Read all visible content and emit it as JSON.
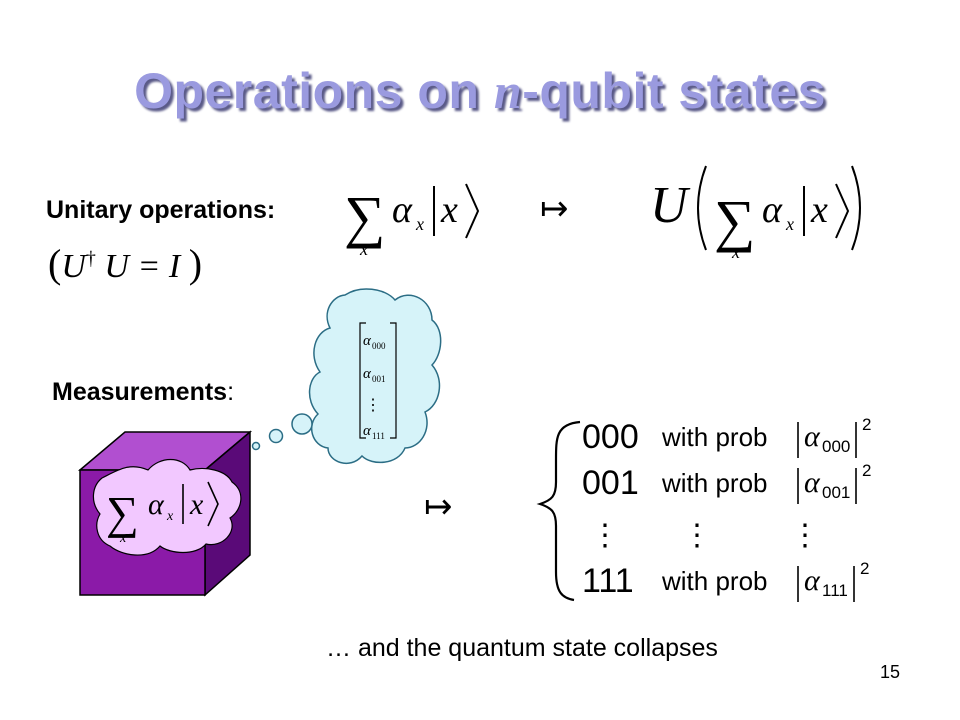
{
  "slide": {
    "title_part1": "Operations on ",
    "title_var": "n",
    "title_part2": "-qubit states",
    "unitary_label": "Unitary operations:",
    "measurements_label": "Measurements",
    "measurements_colon": ":",
    "collapse_text": "… and the quantum state collapses",
    "page_number": "15"
  },
  "formulas": {
    "sum_symbol": "∑",
    "sum_index": "x",
    "alpha": "α",
    "x": "x",
    "mapsto": "↦",
    "unitary_U": "U",
    "dagger": "†",
    "unitary_condition_eq": "U = I"
  },
  "thought_vector": {
    "entries": [
      "000",
      "001",
      "111"
    ],
    "dots": "⋮"
  },
  "outcomes": [
    {
      "bits": "000",
      "label": "with prob",
      "sub": "000",
      "power": "2"
    },
    {
      "bits": "001",
      "label": "with prob",
      "sub": "001",
      "power": "2"
    },
    {
      "bits": "111",
      "label": "with prob",
      "sub": "111",
      "power": "2"
    }
  ],
  "vdots": "⋮",
  "colors": {
    "title": "#9a9adf",
    "title_shadow": "#5a5a88",
    "box_front": "#8b1aa8",
    "box_side": "#5a0a78",
    "box_top": "#b14fd0",
    "blob": "#f2c8ff",
    "cloud": "#d6f3f9",
    "cloud_stroke": "#2b6d85"
  }
}
